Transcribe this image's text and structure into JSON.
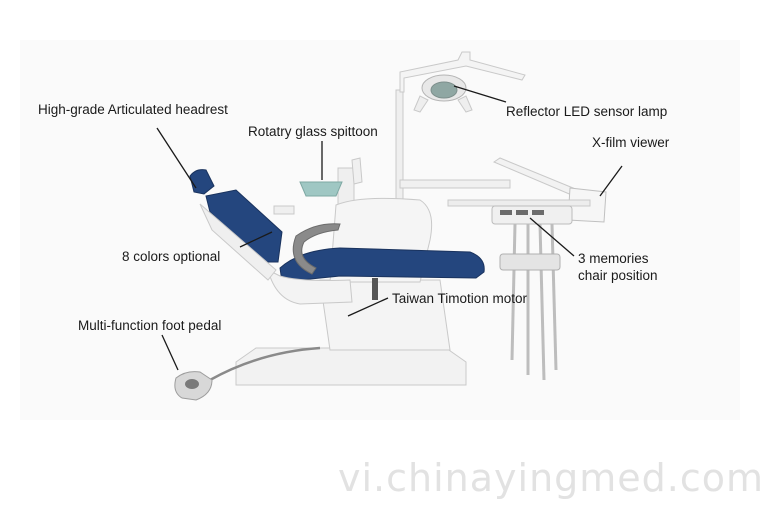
{
  "callouts": {
    "headrest": "High-grade Articulated headrest",
    "spittoon": "Rotatry glass spittoon",
    "colors": "8 colors optional",
    "foot_pedal": "Multi-function foot pedal",
    "lamp": "Reflector LED sensor lamp",
    "xfilm": "X-film viewer",
    "memories_line1": "3 memories",
    "memories_line2": "chair position",
    "motor": "Taiwan Timotion motor"
  },
  "watermark": "vi.chinayingmed.com",
  "colors": {
    "upholstery": "#24467e",
    "body": "#f2f2f2",
    "outline": "#c9c9c9"
  }
}
